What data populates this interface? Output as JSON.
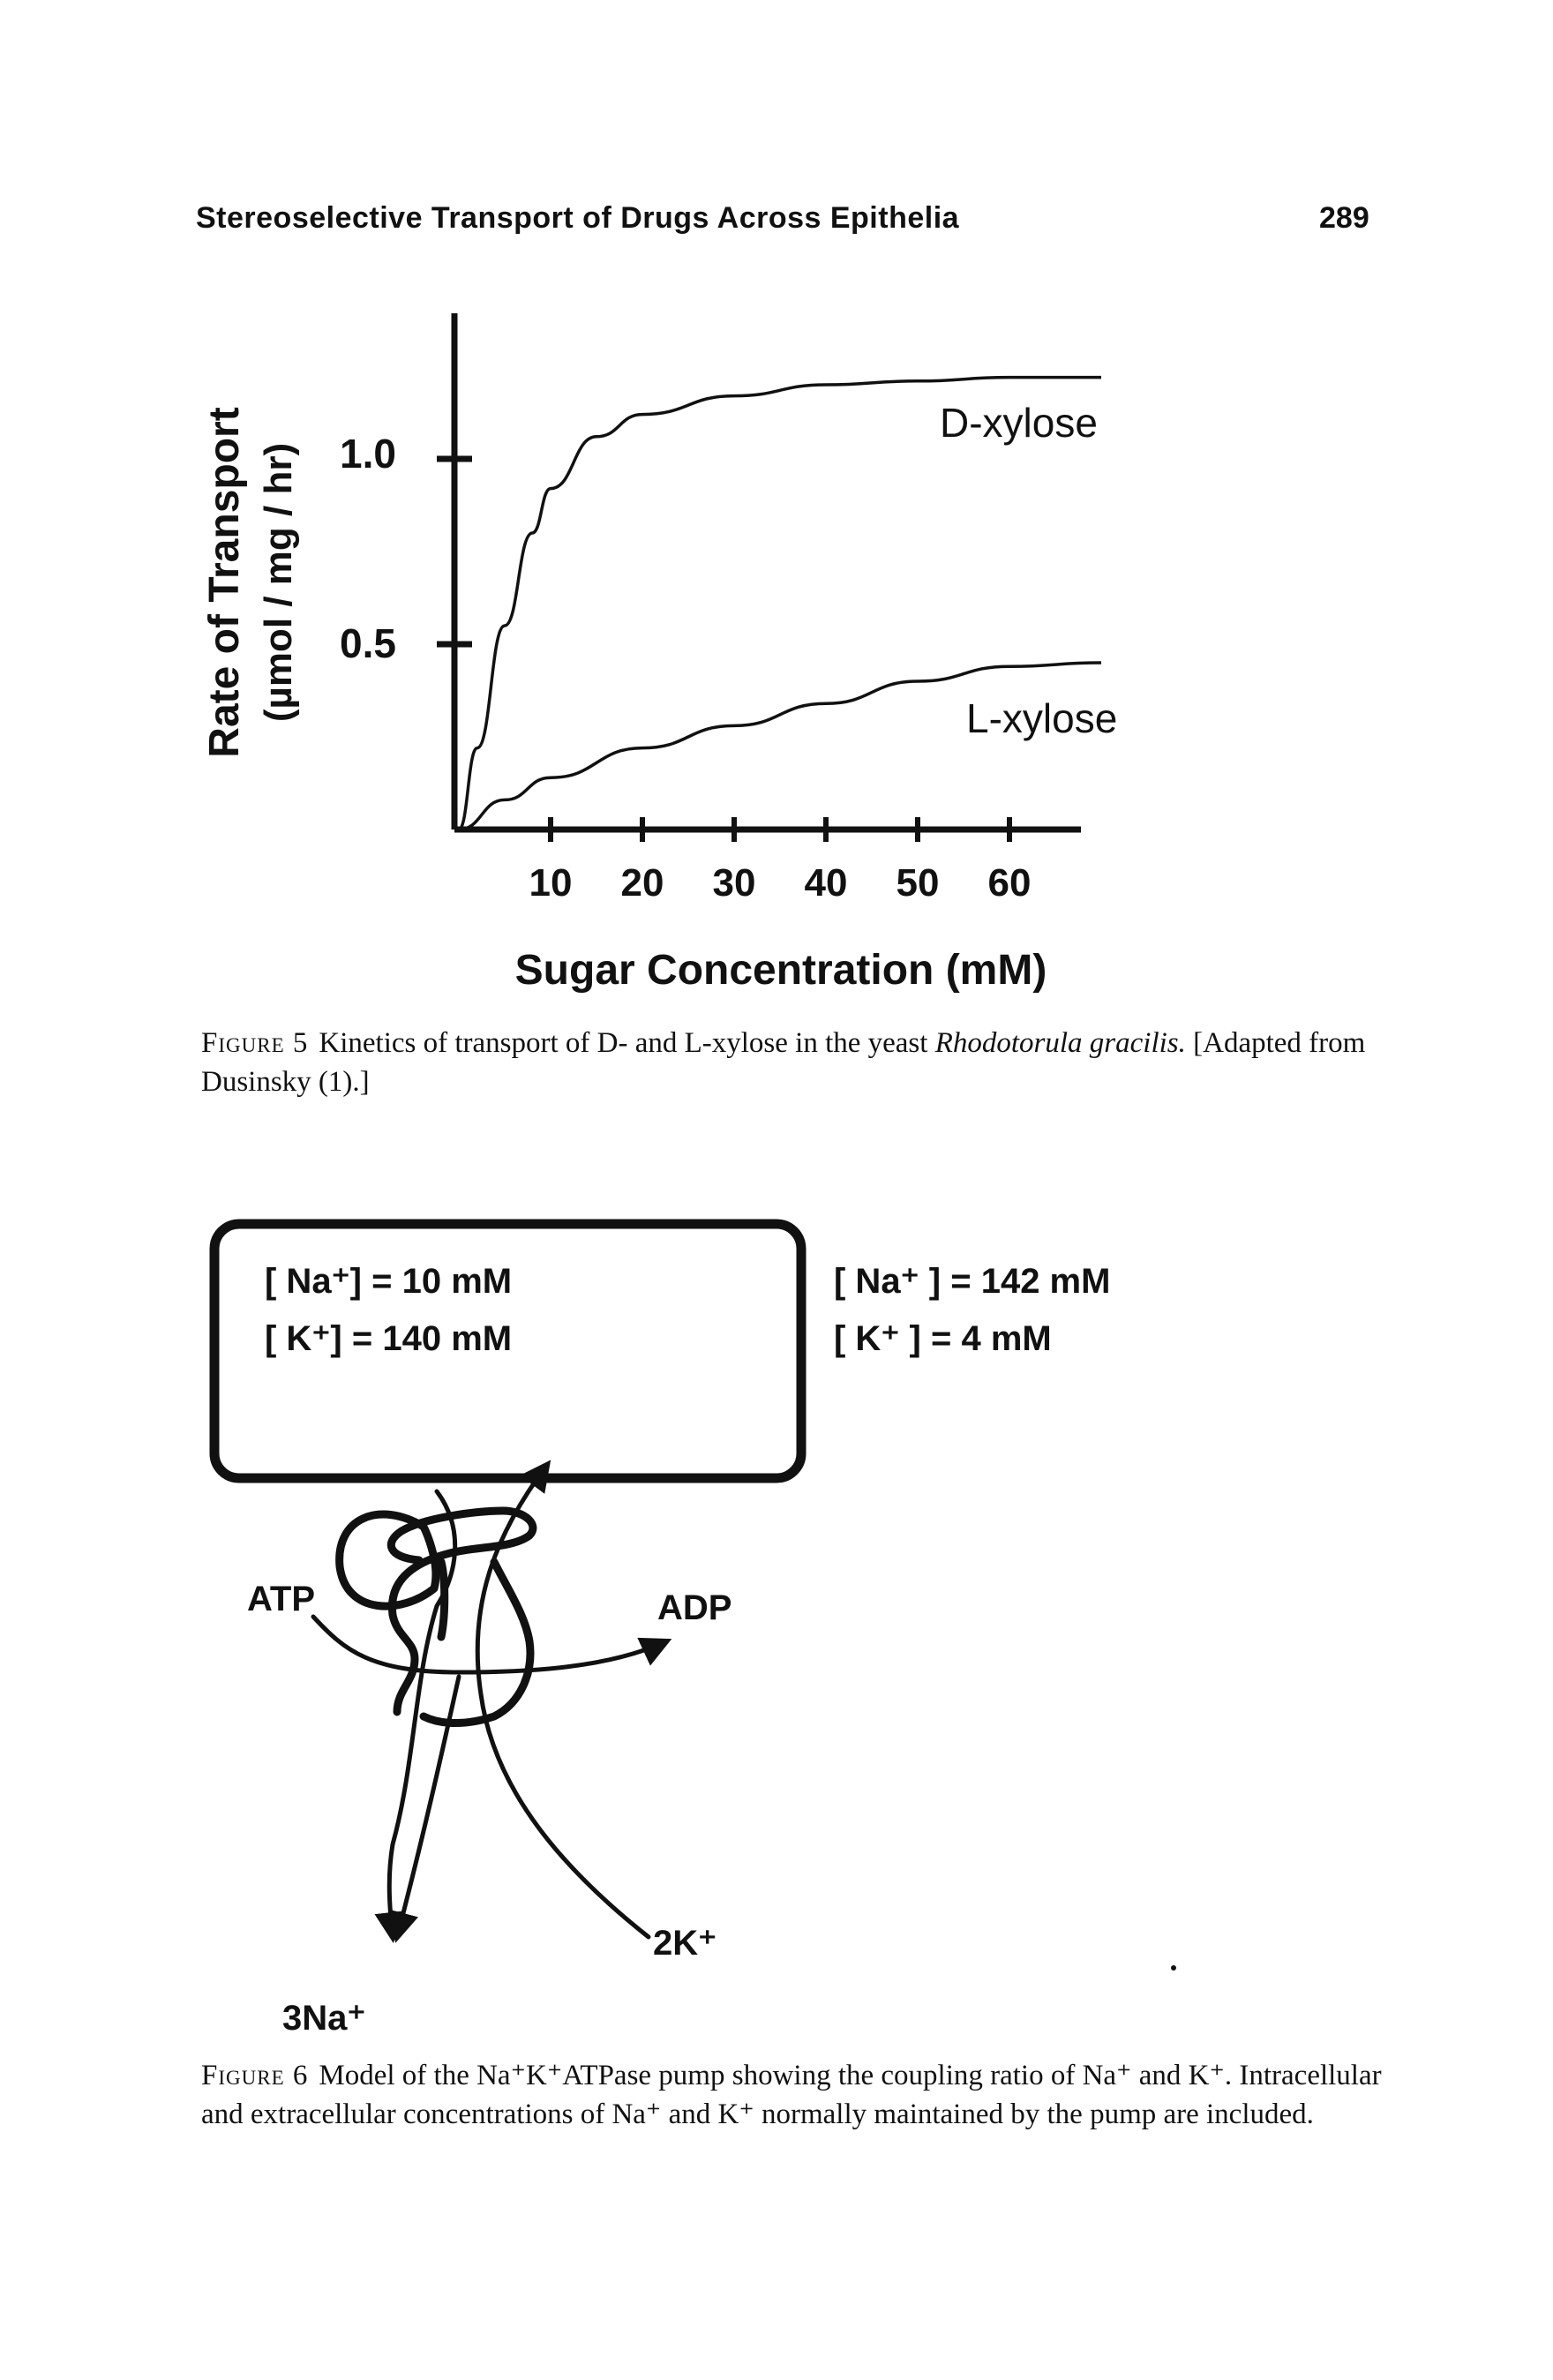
{
  "header": {
    "running_head": "Stereoselective Transport of Drugs Across Epithelia",
    "page_number": "289"
  },
  "figure5": {
    "ylabel_line1": "Rate of Transport",
    "ylabel_line2": "(µmol / mg / hr)",
    "xlabel": "Sugar Concentration (mM)",
    "ytick_1": "1.0",
    "ytick_05": "0.5",
    "xticks": [
      "10",
      "20",
      "30",
      "40",
      "50",
      "60"
    ],
    "series_d": "D-xylose",
    "series_l": "L-xylose",
    "caption_label": "Figure 5",
    "caption_text": "Kinetics of transport of D- and L-xylose in the yeast ",
    "caption_italic": "Rhodotorula gracilis.",
    "caption_tail": " [Adapted from Dusinsky (1).]"
  },
  "chart_data": {
    "type": "line",
    "xlabel": "Sugar Concentration (mM)",
    "ylabel": "Rate of Transport (µmol / mg / hr)",
    "x_ticks": [
      10,
      20,
      30,
      40,
      50,
      60
    ],
    "y_ticks": [
      0.5,
      1.0
    ],
    "series": [
      {
        "name": "D-xylose",
        "x": [
          0,
          2,
          5,
          8,
          10,
          15,
          20,
          30,
          40,
          50,
          60,
          70
        ],
        "y": [
          0.0,
          0.22,
          0.55,
          0.8,
          0.92,
          1.06,
          1.12,
          1.17,
          1.2,
          1.21,
          1.22,
          1.22
        ]
      },
      {
        "name": "L-xylose",
        "x": [
          0,
          5,
          10,
          20,
          30,
          40,
          50,
          60,
          70
        ],
        "y": [
          0.0,
          0.08,
          0.14,
          0.22,
          0.28,
          0.34,
          0.4,
          0.44,
          0.45
        ]
      }
    ]
  },
  "figure6": {
    "inside_na": "[ Na⁺] = 10 mM",
    "inside_k": "[ K⁺] = 140 mM",
    "outside_na": "[ Na⁺ ] = 142 mM",
    "outside_k": "[ K⁺ ] = 4 mM",
    "atp": "ATP",
    "adp": "ADP",
    "k_out": "2K⁺",
    "na_out": "3Na⁺",
    "caption_label": "Figure 6",
    "caption_text": "Model of the Na⁺K⁺ATPase pump showing the coupling ratio of Na⁺ and K⁺. Intracellular and extracellular concentrations of Na⁺ and K⁺ normally maintained by the pump are included."
  }
}
